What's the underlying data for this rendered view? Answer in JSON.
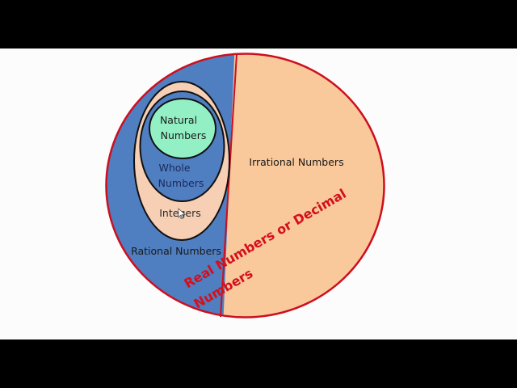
{
  "diagram": {
    "type": "nested set diagram of number systems",
    "colors": {
      "background": "#fcfcfc",
      "letterbox": "#000000",
      "rational_fill": "#4f7ec1",
      "irrational_fill": "#f9c89b",
      "integers_fill": "#f6cfb4",
      "whole_fill": "#4f7ec1",
      "natural_fill": "#93f0c4",
      "outer_border": "#cc0f1f",
      "inner_border": "#111111",
      "real_label": "#d3101c",
      "label_text": "#1a1a1a",
      "whole_text": "#1b2a5a"
    },
    "regions": {
      "natural": {
        "line1": "Natural",
        "line2": "Numbers"
      },
      "whole": {
        "line1": "Whole",
        "line2": "Numbers"
      },
      "integers": {
        "label": "Integers"
      },
      "rational": {
        "label": "Rational Numbers"
      },
      "irrational": {
        "label": "Irrational Numbers"
      },
      "real": {
        "line1": "Real Numbers or Decimal",
        "line2": "Numbers"
      }
    }
  }
}
